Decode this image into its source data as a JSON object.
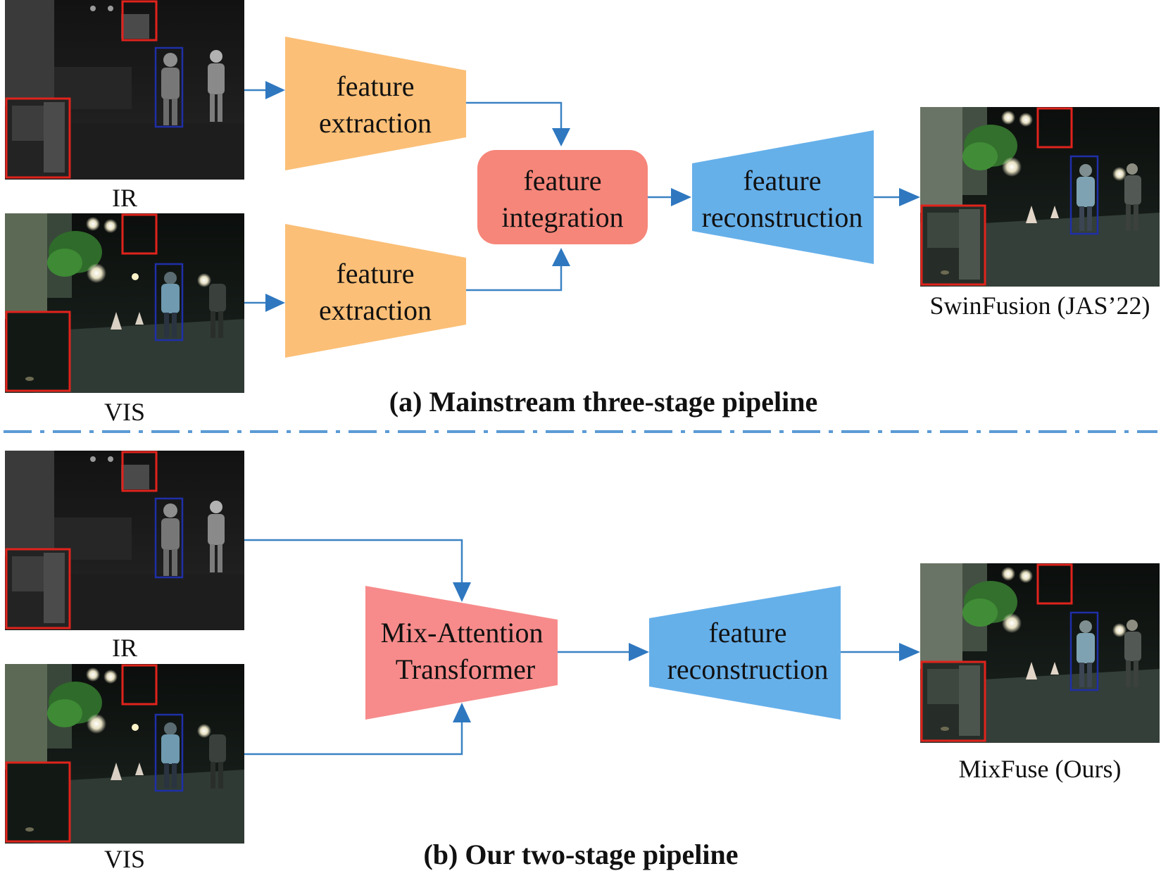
{
  "panel_a": {
    "ir_label": "IR",
    "vis_label": "VIS",
    "extraction_top": [
      "feature",
      "extraction"
    ],
    "extraction_bottom": [
      "feature",
      "extraction"
    ],
    "integration": [
      "feature",
      "integration"
    ],
    "reconstruction": [
      "feature",
      "reconstruction"
    ],
    "output_label": "SwinFusion (JAS’22)",
    "caption": "(a) Mainstream three-stage pipeline"
  },
  "panel_b": {
    "ir_label": "IR",
    "vis_label": "VIS",
    "transformer": [
      "Mix-Attention",
      "Transformer"
    ],
    "reconstruction": [
      "feature",
      "reconstruction"
    ],
    "output_label": "MixFuse (Ours)",
    "caption": "(b) Our two-stage pipeline"
  },
  "colors": {
    "extraction": "#fbbf77",
    "integration": "#f6867a",
    "transformer": "#f78b8b",
    "reconstruction": "#66b0ea",
    "arrow": "#2f78c0",
    "divider": "#5b9bd5",
    "highlight_red": "#e0231c",
    "highlight_blue": "#1f2fa8"
  }
}
